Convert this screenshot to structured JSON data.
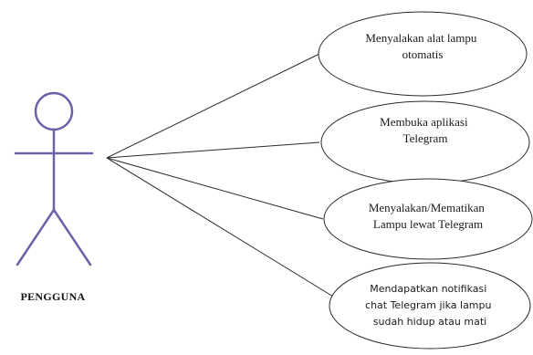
{
  "actor": {
    "label": "PENGGUNA",
    "icon": "stick-figure-icon",
    "color": "#6a63a8"
  },
  "use_cases": [
    {
      "lines": [
        "Menyalakan alat lampu",
        "otomatis"
      ]
    },
    {
      "lines": [
        "Membuka aplikasi",
        "Telegram"
      ]
    },
    {
      "lines": [
        "Menyalakan/Mematikan",
        "Lampu lewat Telegram"
      ]
    },
    {
      "lines": [
        "Mendapatkan notifikasi",
        "chat Telegram jika lampu",
        "sudah hidup atau mati"
      ]
    }
  ],
  "colors": {
    "stroke": "#2b2b2b",
    "ellipse_fill": "#ffffff"
  }
}
